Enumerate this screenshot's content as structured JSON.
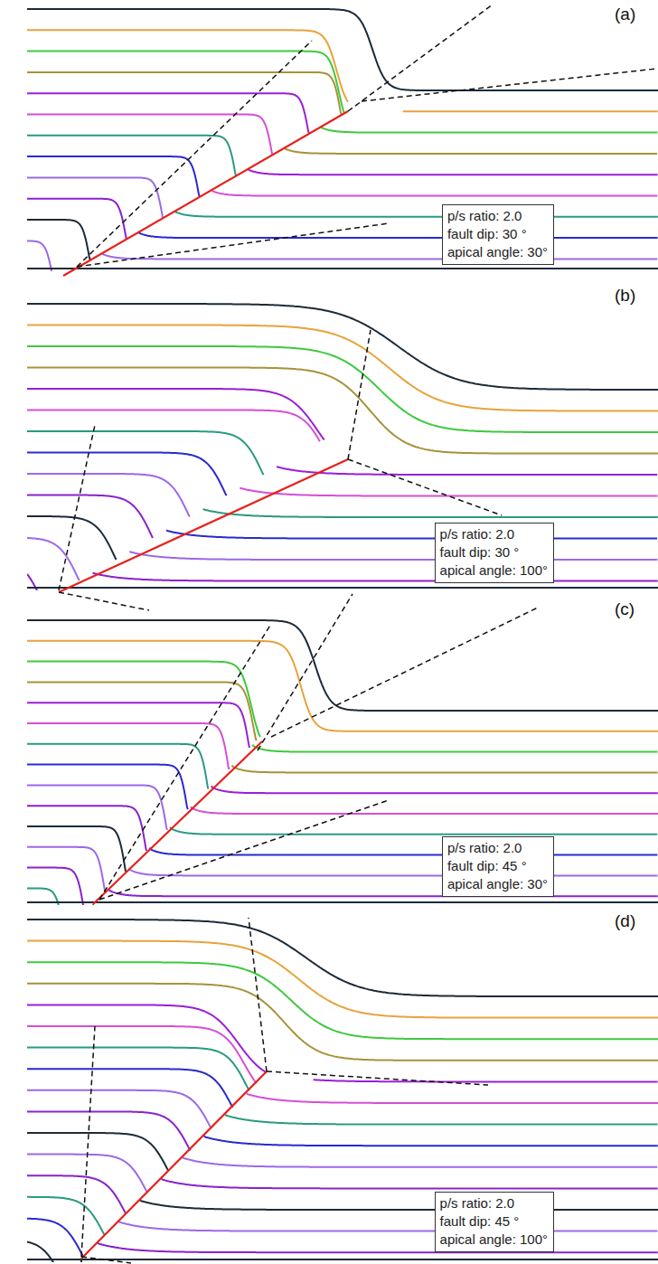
{
  "diagram": {
    "nodes": [
      {
        "text": [
          "p/s ratio: 2.0",
          "fault dip: 30 °",
          "apical angle: 30°"
        ]
      },
      {
        "text": [
          "p/s ratio: 2.0",
          "fault dip: 30 °",
          "apical angle: 100°"
        ]
      },
      {
        "text": [
          "p/s ratio: 2.0",
          "fault dip: 45 °",
          "apical angle: 30°"
        ]
      },
      {
        "text": [
          "p/s ratio: 2.0",
          "fault dip: 45 °",
          "apical angle: 100°"
        ]
      }
    ],
    "labels": [
      "(a)",
      "(b)",
      "(c)",
      "(d)"
    ]
  }
}
